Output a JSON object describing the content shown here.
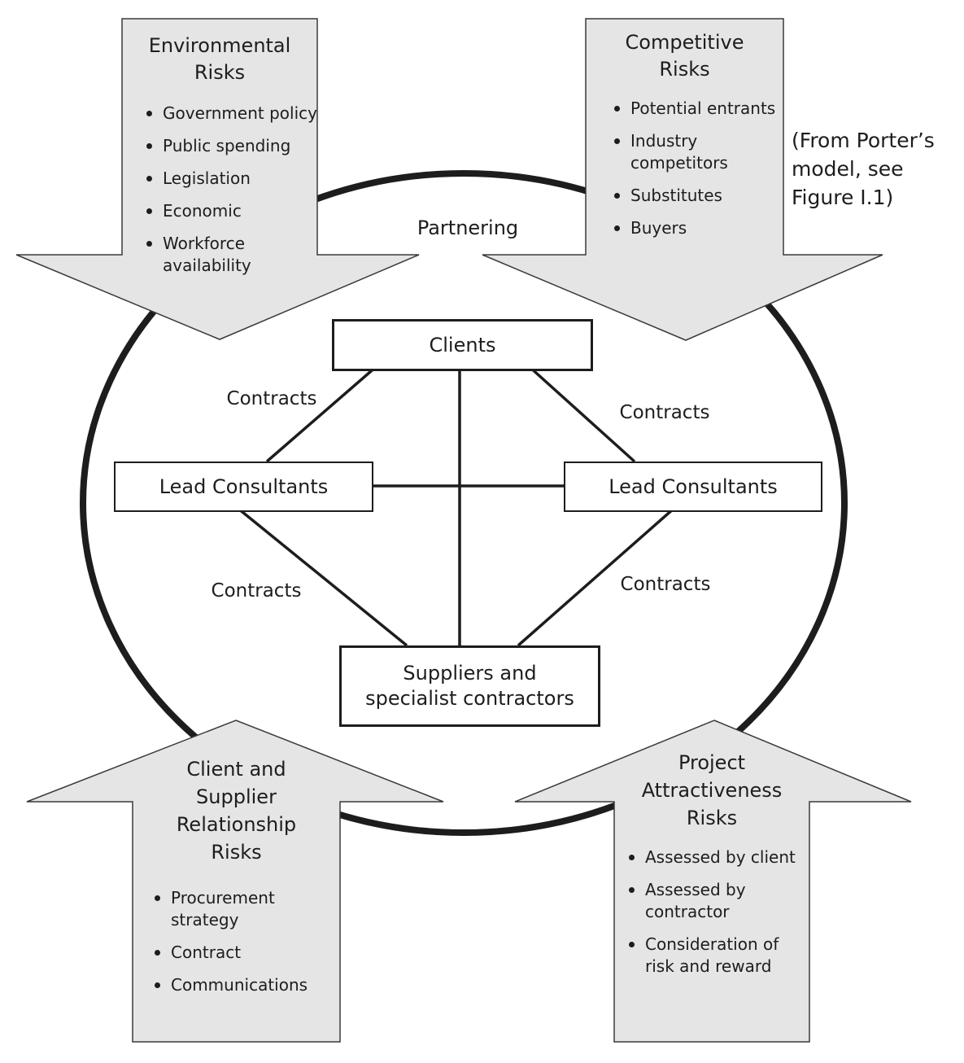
{
  "circle": {
    "label": "Partnering"
  },
  "nodes": {
    "clients": "Clients",
    "lead_left": "Lead  Consultants",
    "lead_right": "Lead  Consultants",
    "suppliers": "Suppliers and\nspecialist contractors"
  },
  "edge_labels": {
    "top_left": "Contracts",
    "top_right": "Contracts",
    "bottom_left": "Contracts",
    "bottom_right": "Contracts"
  },
  "arrows": {
    "environmental": {
      "title": "Environmental\nRisks",
      "items": [
        "Government policy",
        "Public spending",
        "Legislation",
        "Economic",
        "Workforce\navailability"
      ]
    },
    "competitive": {
      "title": "Competitive\nRisks",
      "items": [
        "Potential entrants",
        "Industry\ncompetitors",
        "Substitutes",
        "Buyers"
      ]
    },
    "client_supplier": {
      "title": "Client and\nSupplier\nRelationship\nRisks",
      "items": [
        "Procurement\nstrategy",
        "Contract",
        "Communications"
      ]
    },
    "project_attractiveness": {
      "title": "Project\nAttractiveness\nRisks",
      "items": [
        "Assessed by client",
        "Assessed by\ncontractor",
        "Consideration of\nrisk and reward"
      ]
    }
  },
  "note": "(From Porter’s\nmodel, see\nFigure I.1)",
  "colors": {
    "arrow_fill": "#e5e5e5",
    "arrow_stroke": "#3a3a3a",
    "line": "#1d1d1d"
  }
}
